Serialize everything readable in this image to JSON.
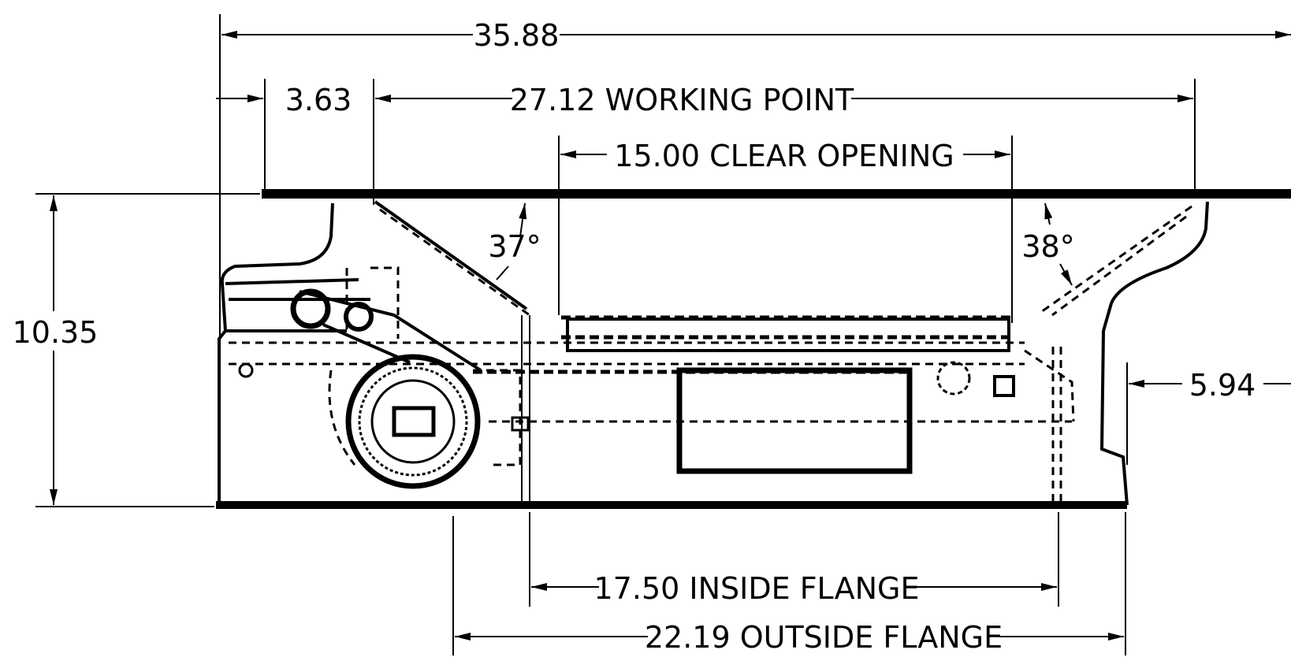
{
  "diagram": {
    "dimensions": {
      "overall_width": "35.88",
      "left_offset": "3.63",
      "working_point": "27.12  WORKING POINT",
      "clear_opening": "15.00 CLEAR OPENING",
      "height": "10.35",
      "angle_left": "37°",
      "angle_right": "38°",
      "right_offset": "5.94",
      "inside_flange": "17.50 INSIDE FLANGE",
      "outside_flange": "22.19 OUTSIDE FLANGE"
    }
  }
}
